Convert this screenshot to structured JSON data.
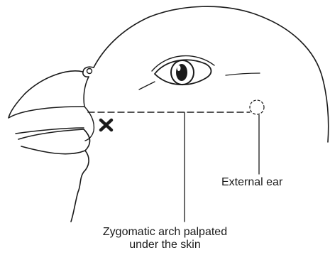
{
  "labels": {
    "external_ear": "External ear",
    "zygomatic_line1": "Zygomatic arch palpated",
    "zygomatic_line2": "under the skin"
  },
  "colors": {
    "ink": "#1a1a1a",
    "background": "#ffffff"
  }
}
